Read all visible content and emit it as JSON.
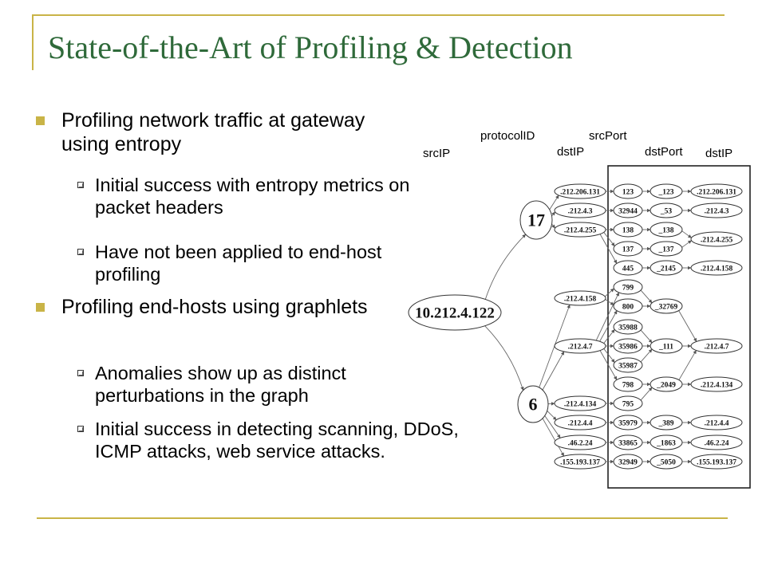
{
  "slide": {
    "title": "State-of-the-Art of Profiling & Detection",
    "bullets": [
      {
        "text": "Profiling network traffic at gateway using entropy",
        "subs": [
          "Initial success with entropy metrics on packet headers",
          "Have not been applied to end-host profiling"
        ]
      },
      {
        "text": "Profiling end-hosts using graphlets",
        "subs": [
          "Anomalies show up as distinct perturbations in the graph",
          "Initial success in detecting scanning, DDoS, ICMP attacks, web service attacks."
        ]
      }
    ]
  },
  "graphlet": {
    "column_headers": {
      "srcIP": "srcIP",
      "protocolID": "protocolID",
      "dstIP": "dstIP",
      "srcPort": "srcPort",
      "dstPort": "dstPort",
      "dstIP2": "dstIP"
    },
    "src_node": "10.212.4.122",
    "protocol_nodes": [
      "17",
      "6"
    ],
    "dstip_nodes": [
      ".212.206.131",
      ".212.4.3",
      ".212.4.255",
      ".212.4.158",
      ".212.4.7",
      ".212.4.134",
      ".212.4.4",
      ".46.2.24",
      ".155.193.137"
    ],
    "srcport_nodes": [
      "123",
      "32944",
      "138",
      "137",
      "445",
      "799",
      "800",
      "35988",
      "35986",
      "35987",
      "798",
      "795",
      "35979",
      "33865",
      "32949"
    ],
    "dstport_nodes": [
      "_123",
      "_53",
      "_138",
      "_137",
      "_2145",
      "_32769",
      "_111",
      "_2049",
      "_389",
      "_1863",
      "_5050"
    ],
    "dstip2_nodes": [
      ".212.206.131",
      ".212.4.3",
      ".212.4.255",
      ".212.4.158",
      ".212.4.7",
      ".212.4.134",
      ".212.4.4",
      ".46.2.24",
      ".155.193.137"
    ]
  }
}
